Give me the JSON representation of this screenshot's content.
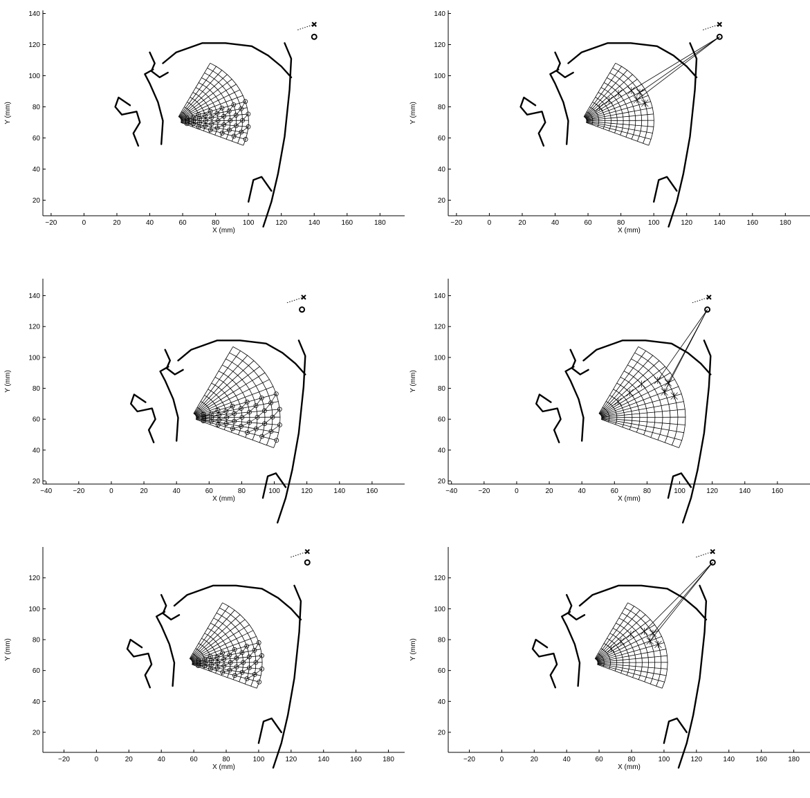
{
  "figure": {
    "panels_layout": "3 rows x 2 columns",
    "background": "#ffffff",
    "ink": "#000000"
  },
  "chart_data": [
    {
      "type": "scatter",
      "panel": "row1-left",
      "xlabel": "X (mm)",
      "ylabel": "Y (mm)",
      "xlim": [
        -25,
        195
      ],
      "ylim": [
        10,
        142
      ],
      "xticks": [
        -20,
        0,
        20,
        40,
        60,
        80,
        100,
        120,
        140,
        160,
        180
      ],
      "yticks": [
        20,
        40,
        60,
        80,
        100,
        120,
        140
      ],
      "markers": {
        "cross": [
          140,
          133
        ],
        "circle": [
          140,
          125
        ]
      },
      "variant": "nodes",
      "apex": [
        56,
        71
      ],
      "r_in": 3,
      "r_out": 42,
      "a0": -22,
      "a1": 62,
      "rings": 12,
      "rays": 16
    },
    {
      "type": "scatter",
      "panel": "row1-right",
      "xlabel": "X (mm)",
      "ylabel": "Y (mm)",
      "xlim": [
        -25,
        195
      ],
      "ylim": [
        10,
        142
      ],
      "xticks": [
        -20,
        0,
        20,
        40,
        60,
        80,
        100,
        120,
        140,
        160,
        180
      ],
      "yticks": [
        20,
        40,
        60,
        80,
        100,
        120,
        140
      ],
      "markers": {
        "cross": [
          140,
          133
        ],
        "circle": [
          140,
          125
        ]
      },
      "variant": "muscle",
      "apex": [
        56,
        71
      ],
      "r_in": 3,
      "r_out": 42,
      "a0": -22,
      "a1": 62,
      "rings": 12,
      "rays": 16
    },
    {
      "type": "scatter",
      "panel": "row2-left",
      "xlabel": "X (mm)",
      "ylabel": "Y (mm)",
      "xlim": [
        -42,
        180
      ],
      "ylim": [
        18,
        151
      ],
      "xticks": [
        -40,
        -20,
        0,
        20,
        40,
        60,
        80,
        100,
        120,
        140,
        160
      ],
      "yticks": [
        20,
        40,
        60,
        80,
        100,
        120,
        140
      ],
      "markers": {
        "cross": [
          118,
          139
        ],
        "circle": [
          117,
          131
        ]
      },
      "variant": "nodes",
      "apex": [
        49,
        61
      ],
      "r_in": 3,
      "r_out": 52,
      "a0": -22,
      "a1": 62,
      "rings": 12,
      "rays": 16
    },
    {
      "type": "scatter",
      "panel": "row2-right",
      "xlabel": "X (mm)",
      "ylabel": "Y (mm)",
      "xlim": [
        -42,
        180
      ],
      "ylim": [
        18,
        151
      ],
      "xticks": [
        -40,
        -20,
        0,
        20,
        40,
        60,
        80,
        100,
        120,
        140,
        160
      ],
      "yticks": [
        20,
        40,
        60,
        80,
        100,
        120,
        140
      ],
      "markers": {
        "cross": [
          118,
          139
        ],
        "circle": [
          117,
          131
        ]
      },
      "variant": "muscle",
      "apex": [
        49,
        61
      ],
      "r_in": 3,
      "r_out": 52,
      "a0": -22,
      "a1": 62,
      "rings": 12,
      "rays": 16
    },
    {
      "type": "scatter",
      "panel": "row3-left",
      "xlabel": "X (mm)",
      "ylabel": "Y (mm)",
      "xlim": [
        -33,
        190
      ],
      "ylim": [
        7,
        140
      ],
      "xticks": [
        -20,
        0,
        20,
        40,
        60,
        80,
        100,
        120,
        140,
        160,
        180
      ],
      "yticks": [
        20,
        40,
        60,
        80,
        100,
        120
      ],
      "markers": {
        "cross": [
          130,
          137
        ],
        "circle": [
          130,
          130
        ]
      },
      "variant": "nodes",
      "apex": [
        56,
        65
      ],
      "r_in": 3,
      "r_out": 44,
      "a0": -22,
      "a1": 62,
      "rings": 12,
      "rays": 16
    },
    {
      "type": "scatter",
      "panel": "row3-right",
      "xlabel": "X (mm)",
      "ylabel": "Y (mm)",
      "xlim": [
        -33,
        190
      ],
      "ylim": [
        7,
        140
      ],
      "xticks": [
        -20,
        0,
        20,
        40,
        60,
        80,
        100,
        120,
        140,
        160,
        180
      ],
      "yticks": [
        20,
        40,
        60,
        80,
        100,
        120
      ],
      "markers": {
        "cross": [
          130,
          137
        ],
        "circle": [
          130,
          130
        ]
      },
      "variant": "muscle",
      "apex": [
        56,
        65
      ],
      "r_in": 3,
      "r_out": 44,
      "a0": -22,
      "a1": 62,
      "rings": 12,
      "rays": 16
    }
  ]
}
